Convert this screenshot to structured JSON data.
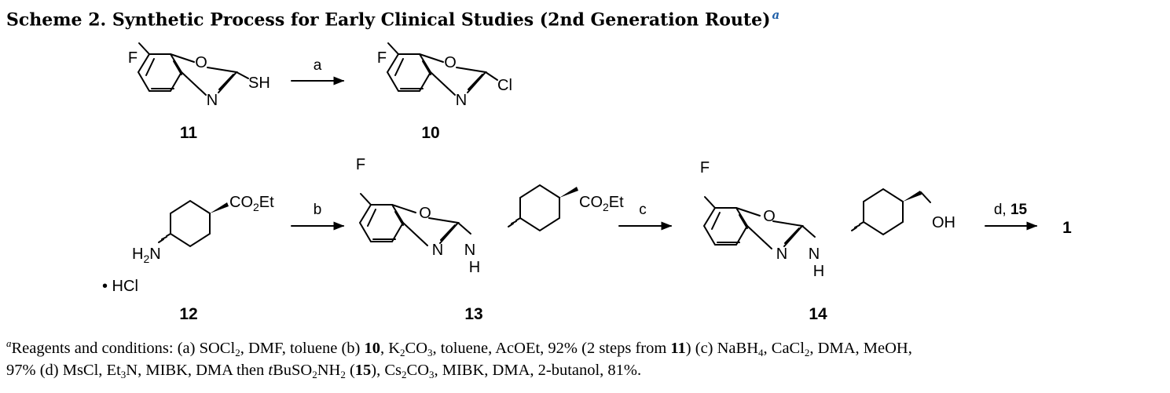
{
  "scheme": {
    "label": "Scheme 2. Synthetic Process for Early Clinical Studies (2nd Generation Route)",
    "footnote_marker": "a"
  },
  "compounds": {
    "c11": {
      "number": "11"
    },
    "c10": {
      "number": "10"
    },
    "c12": {
      "number": "12",
      "salt": "• HCl"
    },
    "c13": {
      "number": "13"
    },
    "c14": {
      "number": "14"
    },
    "c1": {
      "number": "1"
    }
  },
  "atoms": {
    "fluorine": "F",
    "oxygen": "O",
    "nitrogen": "N",
    "sulfanyl": "SH",
    "chlorine": "Cl",
    "hydrogen": "H",
    "amine_h": "H",
    "amine_sub": "2",
    "amine_n": "N",
    "ester_co": "CO",
    "ester_sub": "2",
    "ester_et": "Et",
    "hydroxyl": "OH"
  },
  "arrows": {
    "a": "a",
    "b": "b",
    "c": "c",
    "d_prefix": "d, ",
    "d_reagent": "15"
  },
  "footnote": {
    "line1": [
      {
        "t": "a",
        "s": "sup"
      },
      {
        "t": "Reagents and conditions: (a) SOCl"
      },
      {
        "t": "2",
        "s": "sub"
      },
      {
        "t": ", DMF, toluene (b) "
      },
      {
        "t": "10",
        "s": "b"
      },
      {
        "t": ", K"
      },
      {
        "t": "2",
        "s": "sub"
      },
      {
        "t": "CO"
      },
      {
        "t": "3",
        "s": "sub"
      },
      {
        "t": ", toluene, AcOEt, 92% (2 steps from "
      },
      {
        "t": "11",
        "s": "b"
      },
      {
        "t": ") (c) NaBH"
      },
      {
        "t": "4",
        "s": "sub"
      },
      {
        "t": ", CaCl"
      },
      {
        "t": "2",
        "s": "sub"
      },
      {
        "t": ", DMA, MeOH,"
      }
    ],
    "line2": [
      {
        "t": "97% (d) MsCl, Et"
      },
      {
        "t": "3",
        "s": "sub"
      },
      {
        "t": "N, MIBK, DMA then "
      },
      {
        "t": "t",
        "s": "i"
      },
      {
        "t": "BuSO"
      },
      {
        "t": "2",
        "s": "sub"
      },
      {
        "t": "NH"
      },
      {
        "t": "2",
        "s": "sub"
      },
      {
        "t": " ("
      },
      {
        "t": "15",
        "s": "b"
      },
      {
        "t": "), Cs"
      },
      {
        "t": "2",
        "s": "sub"
      },
      {
        "t": "CO"
      },
      {
        "t": "3",
        "s": "sub"
      },
      {
        "t": ", MIBK, DMA, 2-butanol, 81%."
      }
    ]
  }
}
